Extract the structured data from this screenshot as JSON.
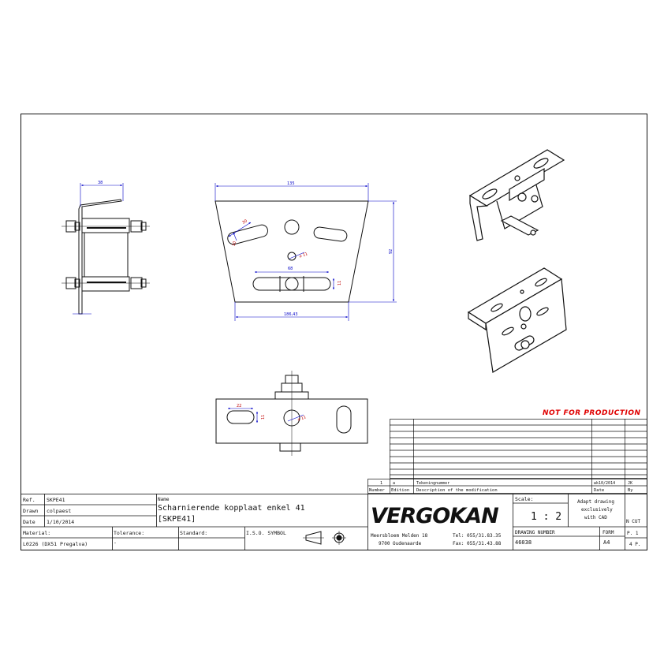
{
  "dimensions": {
    "side_width": "38",
    "top_width": "135",
    "bottom_width": "186,43",
    "height": "92",
    "slot_length": "30",
    "slot_width": "10",
    "center_hole": "⌀ 11",
    "slot_center_width": "68",
    "slot_center_height": "11",
    "front_slot_width": "22",
    "front_slot_height": "11",
    "front_hole": "⌀ 11"
  },
  "not_for_production": "NOT FOR PRODUCTION",
  "revisions": {
    "index": "1",
    "edition": "a",
    "description": "Tekeningnummer",
    "date_code": "wk10/2014",
    "by": "JK",
    "header_number": "Number",
    "header_edition": "Edition",
    "header_description": "Description of the modification",
    "header_date": "Date",
    "header_by": "By"
  },
  "title_block": {
    "ref_label": "Ref.",
    "ref_value": "SKPE41",
    "drawn_label": "Drawn",
    "drawn_value": "colpaest",
    "date_label": "Date",
    "date_value": "1/10/2014",
    "name_label": "Name",
    "name_line1": "Scharnierende kopplaat enkel 41",
    "name_line2": "[SKPE41]",
    "material_label": "Material:",
    "material_value": "L0226 (DX51 Pregalva)",
    "tolerance_label": "Tolerance:",
    "tolerance_value": "-",
    "standard_label": "Standard:",
    "iso_label": "I.S.O. SYMBOL",
    "company": "VERGOKAN",
    "address_line1": "Meersbloem Melden 18",
    "address_line2": "9700 Oudenaarde",
    "tel": "Tel: 055/31.83.35",
    "fax": "Fax: 055/31.43.88",
    "scale_label": "Scale:",
    "scale_value": "1 : 2",
    "note_line1": "Adapt drawing",
    "note_line2": "exclusively",
    "note_line3": "with CAD",
    "no_cut": "N CUT",
    "drawing_number_label": "DRAWING NUMBER",
    "drawing_number_value": "46038",
    "form_label": "FORM",
    "form_value": "A4",
    "page_value": "P. 1",
    "pages_value": "4 P."
  }
}
